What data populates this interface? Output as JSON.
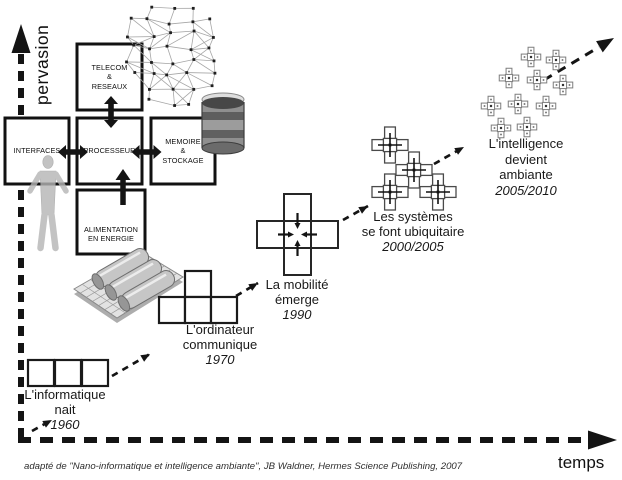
{
  "colors": {
    "ink": "#111111",
    "text": "#1c1c1c",
    "gray": "#8f8f8f",
    "light_gray": "#c8c8c8",
    "bg": "#ffffff"
  },
  "axes": {
    "y_label": "pervasion",
    "x_label": "temps"
  },
  "caption": "adapté de \"Nano-informatique et intelligence ambiante\", JB Waldner, Hermes Science Publishing, 2007",
  "architecture": {
    "interfaces_label": "INTERFACES",
    "processeur_label": "PROCESSEUR",
    "memoire_lines": [
      "MEMOIRE",
      "&",
      "STOCKAGE"
    ],
    "telecom_lines": [
      "TELECOM",
      "&",
      "RESEAUX"
    ],
    "alimentation_lines": [
      "ALIMENTATION",
      "EN ENERGIE"
    ]
  },
  "stages": [
    {
      "lines": [
        "L'informatique",
        "nait"
      ],
      "year": "1960"
    },
    {
      "lines": [
        "L'ordinateur",
        "communique"
      ],
      "year": "1970"
    },
    {
      "lines": [
        "La mobilité",
        "émerge"
      ],
      "year": "1990"
    },
    {
      "lines": [
        "Les systèmes",
        "se font ubiquitaire"
      ],
      "year": "2000/2005"
    },
    {
      "lines": [
        "L'intelligence",
        "devient",
        "ambiante"
      ],
      "year": "2005/2010"
    }
  ],
  "icons": {
    "network": "network-mesh-icon",
    "storage": "database-cylinder-icon",
    "user": "human-figure-icon",
    "energy": "battery-cells-icon",
    "pervasion_axis": "dashed-up-arrow-icon",
    "temps_axis": "dashed-right-arrow-icon",
    "trajectory": "dashed-diagonal-arrow-icon"
  }
}
